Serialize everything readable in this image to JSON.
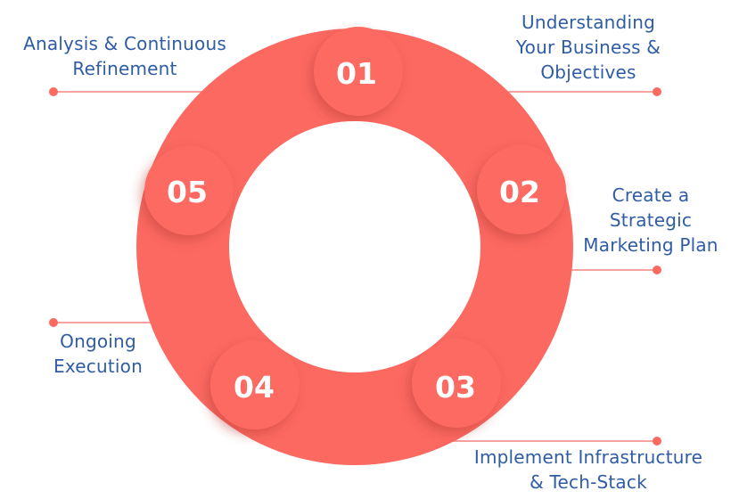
{
  "colors": {
    "ring": "#fb6961",
    "badge": "#fc6a62",
    "connector": "#f7a3a0",
    "dot": "#fb6961",
    "label_text": "#2f5ca4",
    "number_text": "#ffffff"
  },
  "steps": [
    {
      "number": "01",
      "label_lines": [
        "Understanding",
        "Your Business &",
        "Objectives"
      ],
      "side": "right"
    },
    {
      "number": "02",
      "label_lines": [
        "Create a",
        "Strategic",
        "Marketing Plan"
      ],
      "side": "right"
    },
    {
      "number": "03",
      "label_lines": [
        "Implement Infrastructure",
        "& Tech-Stack"
      ],
      "side": "right"
    },
    {
      "number": "04",
      "label_lines": [
        "Ongoing",
        "Execution"
      ],
      "side": "left"
    },
    {
      "number": "05",
      "label_lines": [
        "Analysis & Continuous",
        "Refinement"
      ],
      "side": "left"
    }
  ]
}
